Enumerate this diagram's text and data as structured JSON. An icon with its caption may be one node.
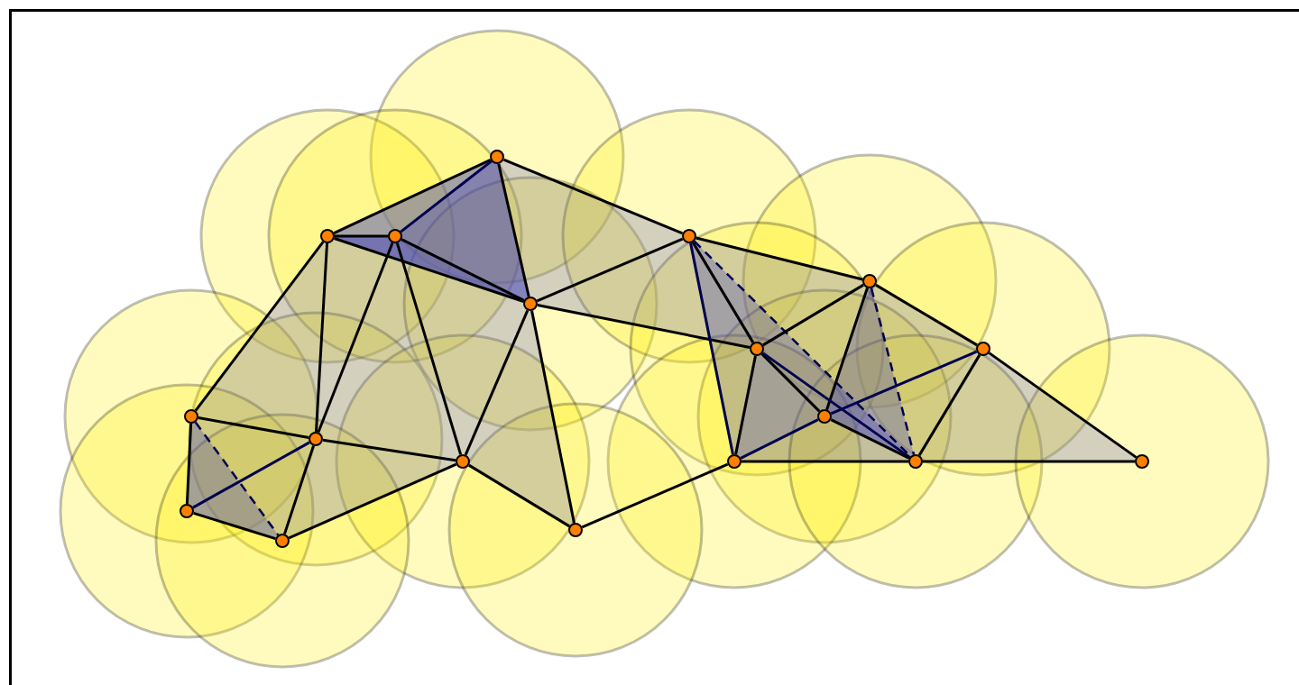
{
  "diagram": {
    "nodes": [
      {
        "text": [],
        "shape": "circle"
      },
      {
        "text": [],
        "shape": "circle"
      },
      {
        "text": [],
        "shape": "circle"
      },
      {
        "text": [],
        "shape": "circle"
      },
      {
        "text": [],
        "shape": "circle"
      },
      {
        "text": [],
        "shape": "circle"
      },
      {
        "text": [],
        "shape": "circle"
      },
      {
        "text": [],
        "shape": "circle"
      },
      {
        "text": [],
        "shape": "circle"
      },
      {
        "text": [],
        "shape": "circle"
      },
      {
        "text": [],
        "shape": "circle"
      },
      {
        "text": [],
        "shape": "circle"
      },
      {
        "text": [],
        "shape": "circle"
      },
      {
        "text": [],
        "shape": "circle"
      },
      {
        "text": [],
        "shape": "circle"
      },
      {
        "text": [],
        "shape": "circle"
      },
      {
        "text": [],
        "shape": "circle"
      },
      {
        "text": [],
        "shape": "circle"
      }
    ],
    "edges": [
      {
        "from": 0,
        "to": 1,
        "arrow": "none"
      },
      {
        "from": 0,
        "to": 2,
        "arrow": "none",
        "color": "#000050"
      },
      {
        "from": 0,
        "to": 3,
        "arrow": "none"
      },
      {
        "from": 0,
        "to": 4,
        "arrow": "none"
      },
      {
        "from": 1,
        "to": 2,
        "arrow": "none"
      },
      {
        "from": 1,
        "to": 3,
        "arrow": "none"
      },
      {
        "from": 1,
        "to": 9,
        "arrow": "none"
      },
      {
        "from": 1,
        "to": 10,
        "arrow": "none"
      },
      {
        "from": 2,
        "to": 3,
        "arrow": "none"
      },
      {
        "from": 2,
        "to": 10,
        "arrow": "none"
      },
      {
        "from": 2,
        "to": 11,
        "arrow": "none"
      },
      {
        "from": 3,
        "to": 4,
        "arrow": "none"
      },
      {
        "from": 3,
        "to": 7,
        "arrow": "none"
      },
      {
        "from": 3,
        "to": 11,
        "arrow": "none"
      },
      {
        "from": 3,
        "to": 17,
        "arrow": "none"
      },
      {
        "from": 4,
        "to": 5,
        "arrow": "none"
      },
      {
        "from": 4,
        "to": 7,
        "arrow": "none"
      },
      {
        "from": 4,
        "to": 12,
        "arrow": "none",
        "color": "#000050"
      },
      {
        "from": 4,
        "to": 13,
        "arrow": "none",
        "style": "dashed",
        "color": "#000050"
      },
      {
        "from": 5,
        "to": 6,
        "arrow": "none"
      },
      {
        "from": 5,
        "to": 7,
        "arrow": "none"
      },
      {
        "from": 5,
        "to": 8,
        "arrow": "none"
      },
      {
        "from": 5,
        "to": 13,
        "arrow": "none",
        "style": "dashed",
        "color": "#000050"
      },
      {
        "from": 6,
        "to": 8,
        "arrow": "none",
        "color": "#000050"
      },
      {
        "from": 6,
        "to": 13,
        "arrow": "none"
      },
      {
        "from": 6,
        "to": 14,
        "arrow": "none"
      },
      {
        "from": 7,
        "to": 8,
        "arrow": "none"
      },
      {
        "from": 7,
        "to": 12,
        "arrow": "none"
      },
      {
        "from": 7,
        "to": 13,
        "arrow": "none",
        "color": "#000050"
      },
      {
        "from": 8,
        "to": 12,
        "arrow": "none",
        "color": "#000050"
      },
      {
        "from": 8,
        "to": 13,
        "arrow": "none"
      },
      {
        "from": 12,
        "to": 13,
        "arrow": "none"
      },
      {
        "from": 13,
        "to": 14,
        "arrow": "none"
      },
      {
        "from": 12,
        "to": 17,
        "arrow": "none"
      },
      {
        "from": 9,
        "to": 10,
        "arrow": "none"
      },
      {
        "from": 9,
        "to": 15,
        "arrow": "none"
      },
      {
        "from": 9,
        "to": 16,
        "arrow": "none",
        "style": "dashed",
        "color": "#000050"
      },
      {
        "from": 10,
        "to": 11,
        "arrow": "none"
      },
      {
        "from": 10,
        "to": 15,
        "arrow": "none",
        "color": "#000050"
      },
      {
        "from": 10,
        "to": 16,
        "arrow": "none"
      },
      {
        "from": 15,
        "to": 16,
        "arrow": "none"
      },
      {
        "from": 11,
        "to": 16,
        "arrow": "none"
      },
      {
        "from": 11,
        "to": 17,
        "arrow": "none"
      }
    ]
  }
}
